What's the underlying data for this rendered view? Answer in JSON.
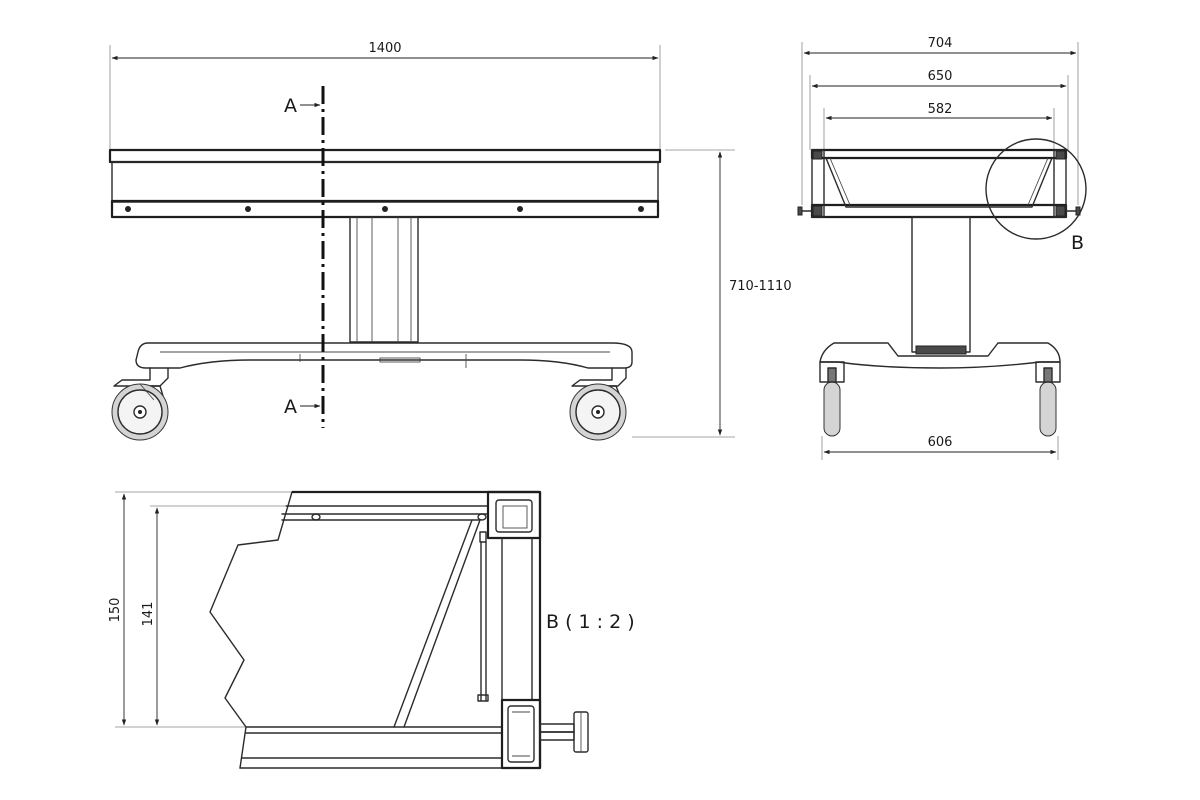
{
  "front_view": {
    "width_label": "1400",
    "height_label": "710-1110",
    "section_label_top": "A",
    "section_label_bottom": "A"
  },
  "side_view": {
    "outer_width_label": "704",
    "frame_width_label": "650",
    "inner_width_label": "582",
    "base_width_label": "606",
    "detail_marker": "B"
  },
  "detail_view": {
    "title": "B ( 1 : 2 )",
    "outer_height_label": "150",
    "inner_height_label": "141"
  }
}
